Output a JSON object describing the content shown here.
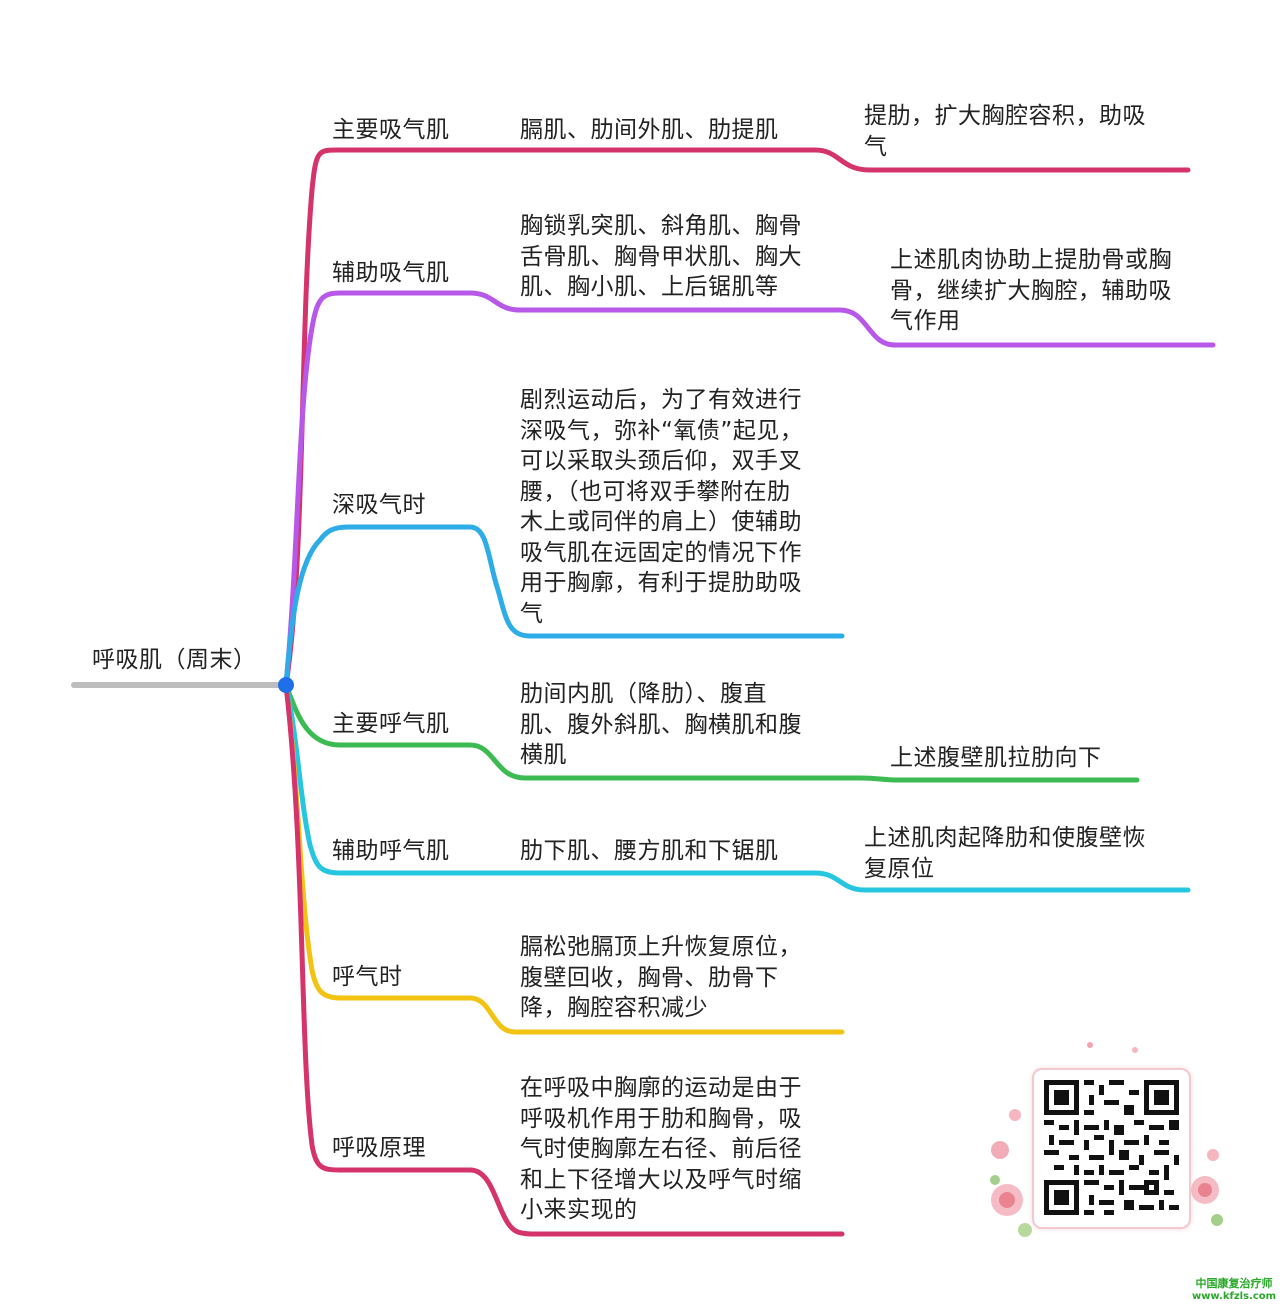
{
  "root": {
    "label": "呼吸肌（周末）",
    "color": "#bdbdbd",
    "dot_color": "#1e6fe8"
  },
  "branches": [
    {
      "label": "主要吸气肌",
      "color": "#d4336b",
      "detail": "膈肌、肋间外肌、肋提肌",
      "sub": "提肋，扩大胸腔容积，助吸\n气"
    },
    {
      "label": "辅助吸气肌",
      "color": "#b758e8",
      "detail": "胸锁乳突肌、斜角肌、胸骨\n舌骨肌、胸骨甲状肌、胸大\n肌、胸小肌、上后锯肌等",
      "sub": "上述肌肉协助上提肋骨或胸\n骨，继续扩大胸腔，辅助吸\n气作用"
    },
    {
      "label": "深吸气时",
      "color": "#2eace8",
      "detail": "剧烈运动后，为了有效进行\n深吸气，弥补“氧债”起见，\n可以采取头颈后仰，双手叉\n腰，（也可将双手攀附在肋\n木上或同伴的肩上）使辅助\n吸气肌在远固定的情况下作\n用于胸廓，有利于提肋助吸\n气"
    },
    {
      "label": "主要呼气肌",
      "color": "#3dbb53",
      "detail": "肋间内肌（降肋）、腹直\n肌、腹外斜肌、胸横肌和腹\n横肌",
      "sub": "上述腹壁肌拉肋向下"
    },
    {
      "label": "辅助呼气肌",
      "color": "#27c6e0",
      "detail": "肋下肌、腰方肌和下锯肌",
      "sub": "上述肌肉起降肋和使腹壁恢\n复原位"
    },
    {
      "label": "呼气时",
      "color": "#f2c313",
      "detail": "膈松弛膈顶上升恢复原位，\n腹壁回收，胸骨、肋骨下\n降，胸腔容积减少"
    },
    {
      "label": "呼吸原理",
      "color": "#d4336b",
      "detail": "在呼吸中胸廓的运动是由于\n呼吸机作用于肋和胸骨，吸\n气时使胸廓左右径、前后径\n和上下径增大以及呼气时缩\n小来实现的"
    }
  ],
  "watermark": {
    "site": "中国康复治疗师",
    "url": "www.kfzls.com",
    "color": "#2aa82a"
  },
  "qr": {
    "icon": "qr-code-icon",
    "border_color": "#f2c9cf"
  }
}
